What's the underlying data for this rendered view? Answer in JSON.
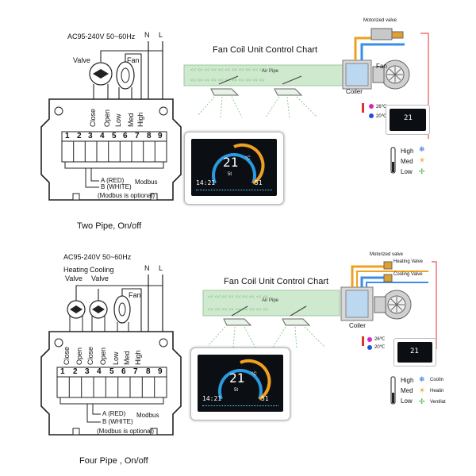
{
  "top": {
    "power": "AC95-240V  50~60Hz",
    "n": "N",
    "l": "L",
    "valve": "Valve",
    "fan": "Fan",
    "terminals": [
      "Close",
      "Open",
      "Low",
      "Med",
      "High"
    ],
    "numbers": [
      "1",
      "2",
      "3",
      "4",
      "5",
      "6",
      "7",
      "8",
      "9"
    ],
    "modbus_a": "A (RED)",
    "modbus_b": "B (WHITE)",
    "modbus": "Modbus",
    "modbus_opt": "(Modbus is optional)",
    "caption": "Two Pipe, On/off",
    "chart_title": "Fan Coil Unit Control Chart",
    "motorized": "Motorized valve",
    "air_pipe": "Air Pipe",
    "fan_unit": "Fan",
    "coiler": "Coiler",
    "temp_high": "26℃",
    "temp_low": "20℃",
    "speed_high": "High",
    "speed_med": "Med",
    "speed_low": "Low",
    "screen_temp": "21",
    "screen_unit": "°C",
    "screen_set": "5t",
    "screen_left": "14:21",
    "screen_right": "51"
  },
  "bottom": {
    "power": "AC95-240V  50~60Hz",
    "n": "N",
    "l": "L",
    "heating_valve": "Heating",
    "heating_valve2": "Valve",
    "cooling_valve": "Cooling",
    "cooling_valve2": "Valve",
    "fan": "Fan",
    "terminals": [
      "Close",
      "Open",
      "Close",
      "Open",
      "Low",
      "Med",
      "High"
    ],
    "numbers": [
      "1",
      "2",
      "3",
      "4",
      "5",
      "6",
      "7",
      "8",
      "9"
    ],
    "modbus_a": "A (RED)",
    "modbus_b": "B (WHITE)",
    "modbus": "Modbus",
    "modbus_opt": "(Modbus is optional)",
    "caption": "Four Pipe , On/off",
    "chart_title": "Fan Coil Unit Control Chart",
    "motorized": "Motorized valve",
    "heating_tag": "Heating Valve",
    "cooling_tag": "Cooling Valve",
    "air_pipe": "Air Pipe",
    "coiler": "Coiler",
    "temp_high": "26℃",
    "temp_low": "20℃",
    "speed_high": "High",
    "speed_med": "Med",
    "speed_low": "Low",
    "mode_cool": "Coolin",
    "mode_heat": "Heatin",
    "mode_vent": "Ventilat",
    "screen_temp": "21",
    "screen_unit": "°C",
    "screen_set": "5t",
    "screen_left": "14:21",
    "screen_right": "51"
  },
  "colors": {
    "pipe_green": "#cfe9cf",
    "blue_pipe": "#3a8ee6",
    "orange_pipe": "#f0a020",
    "red_wire": "#e03030",
    "magenta": "#e020c0",
    "blue_dot": "#2050e0"
  }
}
